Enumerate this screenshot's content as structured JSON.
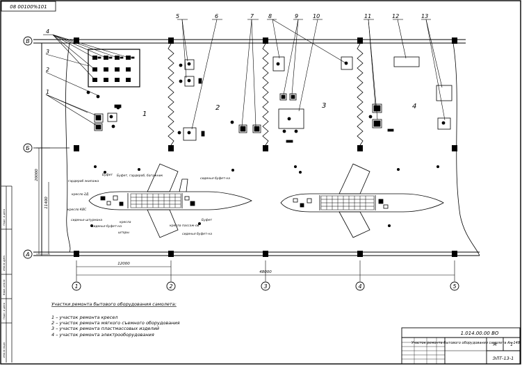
{
  "stamp_code": "08 00100%101",
  "axes_rows": [
    "В",
    "Б",
    "А"
  ],
  "axes_cols": [
    "1",
    "2",
    "3",
    "4",
    "5"
  ],
  "zones": [
    "1",
    "2",
    "3",
    "4"
  ],
  "callouts": [
    "4",
    "3",
    "2",
    "1",
    "5",
    "6",
    "7",
    "8",
    "9",
    "10",
    "11",
    "12",
    "13"
  ],
  "dims": {
    "bay": "12000",
    "total": "48000",
    "height_ab": "20000",
    "height_lower": "11400"
  },
  "plane_labels": {
    "buffet": "Буфет",
    "buffet_seats": "Буфет, гардероб, багажник",
    "wardrobe_ex": "гардероб экипажа",
    "seat_2d": "кресло 2Д",
    "seat_kvs": "кресло КВС",
    "seats_navigator": "сиденье штурмана",
    "seats_buffet": "сиденья буфет-на",
    "pilot_seats": "кресла пассаж-ов",
    "seats_right": "сиденья буфет-на",
    "buffet_right": "Буфет",
    "door": "шторы",
    "seats_top": "сиденья буфет-на",
    "seat_side": "кресла"
  },
  "legend": {
    "title": "Участки ремонта бытового оборудования самолета:",
    "items": [
      "1 – участок ремонта кресел",
      "2 – участок ремонта мягкого съемного оборудования",
      "3 – участок ремонта пластмассовых изделий",
      "4 – участок ремонта электрооборудования"
    ]
  },
  "title_block": {
    "doc_code": "1.014.00.00 ВО",
    "description": "Участок ремонта бытового оборудования самолета Ан-148",
    "sheet": "М",
    "scale": "1",
    "group": "ЭЛТ-13-1",
    "left_labels": [
      "Инв.№ подл.",
      "Подп. и дата",
      "Взам. инв.№",
      "Инв.№ дубл.",
      "Подп. и дата"
    ]
  }
}
